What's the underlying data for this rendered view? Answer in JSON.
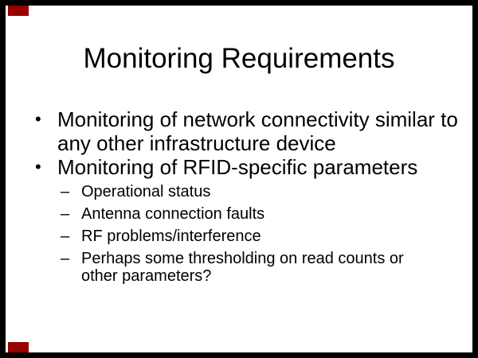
{
  "slide": {
    "title": "Monitoring Requirements",
    "markers": {
      "level1": "•",
      "level2": "–"
    },
    "bullets": [
      {
        "level": 1,
        "lines": [
          "Monitoring of network connectivity similar to",
          "any other infrastructure device"
        ]
      },
      {
        "level": 1,
        "lines": [
          "Monitoring of RFID-specific parameters"
        ]
      },
      {
        "level": 2,
        "lines": [
          "Operational status"
        ]
      },
      {
        "level": 2,
        "lines": [
          "Antenna connection faults"
        ]
      },
      {
        "level": 2,
        "lines": [
          "RF problems/interference"
        ]
      },
      {
        "level": 2,
        "lines": [
          "Perhaps some thresholding on read counts or",
          "other parameters?"
        ]
      }
    ],
    "colors": {
      "background": "#ffffff",
      "text": "#000000",
      "frame": "#000000",
      "accent_marks": "#990000"
    }
  }
}
